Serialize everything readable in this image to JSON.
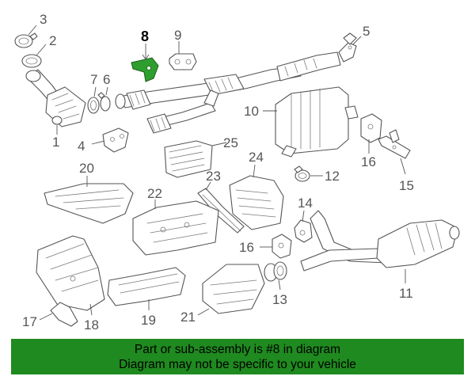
{
  "callouts": [
    "1",
    "2",
    "3",
    "4",
    "5",
    "6",
    "7",
    "8",
    "9",
    "10",
    "11",
    "12",
    "13",
    "14",
    "15",
    "16",
    "16",
    "17",
    "18",
    "19",
    "20",
    "21",
    "22",
    "23",
    "24",
    "25"
  ],
  "highlighted_part": "8",
  "notice": {
    "line1": "Part or sub-assembly is #8 in diagram",
    "line2": "Diagram may not be specific to your vehicle"
  },
  "colors": {
    "highlight": "#2e9e2e",
    "notice_background": "#1f8a1f",
    "line": "#555555"
  }
}
